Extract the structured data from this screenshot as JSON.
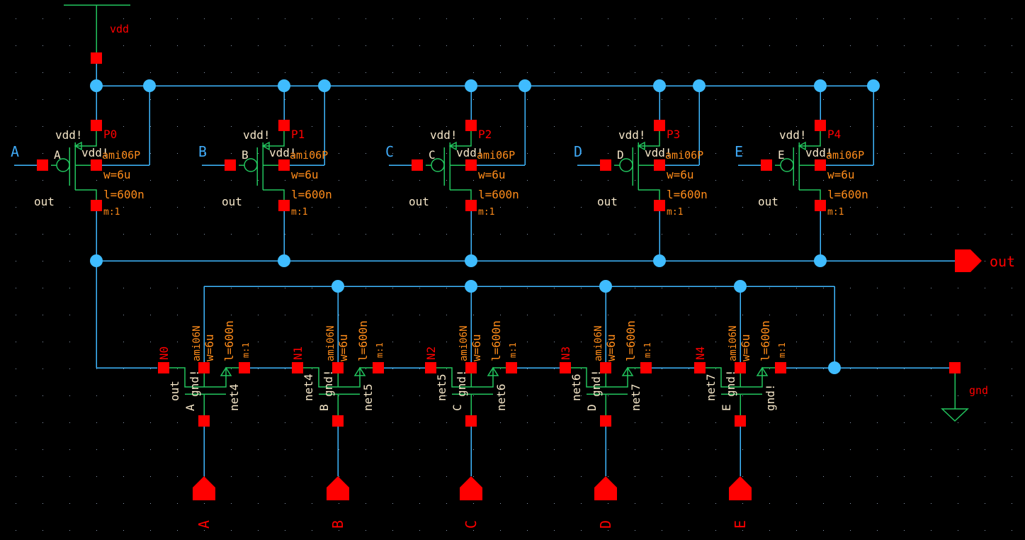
{
  "colors": {
    "background": "#000000",
    "wire": "#3fb8ff",
    "pin": "#ff0000",
    "symbol": "#22c55e",
    "terminal_text": "#f5e6c8",
    "instance_name": "#ff0000",
    "param_text": "#ff8c1a",
    "net_label": "#3fa9f5",
    "grid_dot": "#8a9ab0"
  },
  "supply": {
    "vdd_label": "vdd",
    "gnd_label": "gnd"
  },
  "output_pin": {
    "label": "out"
  },
  "input_pins": [
    "A",
    "B",
    "C",
    "D",
    "E"
  ],
  "pmos": [
    {
      "name": "P0",
      "gate": "A",
      "model": "ami06P",
      "w": "w=6u",
      "l": "l=600n",
      "m": "m:1",
      "source_label": "vdd!",
      "body_label": "vdd!",
      "drain_label": "out",
      "input_net": "A"
    },
    {
      "name": "P1",
      "gate": "B",
      "model": "ami06P",
      "w": "w=6u",
      "l": "l=600n",
      "m": "m:1",
      "source_label": "vdd!",
      "body_label": "vdd!",
      "drain_label": "out",
      "input_net": "B"
    },
    {
      "name": "P2",
      "gate": "C",
      "model": "ami06P",
      "w": "w=6u",
      "l": "l=600n",
      "m": "m:1",
      "source_label": "vdd!",
      "body_label": "vdd!",
      "drain_label": "out",
      "input_net": "C"
    },
    {
      "name": "P3",
      "gate": "D",
      "model": "ami06P",
      "w": "w=6u",
      "l": "l=600n",
      "m": "m:1",
      "source_label": "vdd!",
      "body_label": "vdd!",
      "drain_label": "out",
      "input_net": "D"
    },
    {
      "name": "P4",
      "gate": "E",
      "model": "ami06P",
      "w": "w=6u",
      "l": "l=600n",
      "m": "m:1",
      "source_label": "vdd!",
      "body_label": "vdd!",
      "drain_label": "out",
      "input_net": "E"
    }
  ],
  "nmos": [
    {
      "name": "N0",
      "gate": "A",
      "model": "ami06N",
      "w": "w=6u",
      "l": "l=600n",
      "m": "m:1",
      "body_label": "gnd!",
      "drain_label": "out",
      "source_label": "net4"
    },
    {
      "name": "N1",
      "gate": "B",
      "model": "ami06N",
      "w": "w=6u",
      "l": "l=600n",
      "m": "m:1",
      "body_label": "gnd!",
      "drain_label": "net4",
      "source_label": "net5"
    },
    {
      "name": "N2",
      "gate": "C",
      "model": "ami06N",
      "w": "w=6u",
      "l": "l=600n",
      "m": "m:1",
      "body_label": "gnd!",
      "drain_label": "net5",
      "source_label": "net6"
    },
    {
      "name": "N3",
      "gate": "D",
      "model": "ami06N",
      "w": "w=6u",
      "l": "l=600n",
      "m": "m:1",
      "body_label": "gnd!",
      "drain_label": "net6",
      "source_label": "net7"
    },
    {
      "name": "N4",
      "gate": "E",
      "model": "ami06N",
      "w": "w=6u",
      "l": "l=600n",
      "m": "m:1",
      "body_label": "gnd!",
      "drain_label": "net7",
      "source_label": "gnd!"
    }
  ]
}
